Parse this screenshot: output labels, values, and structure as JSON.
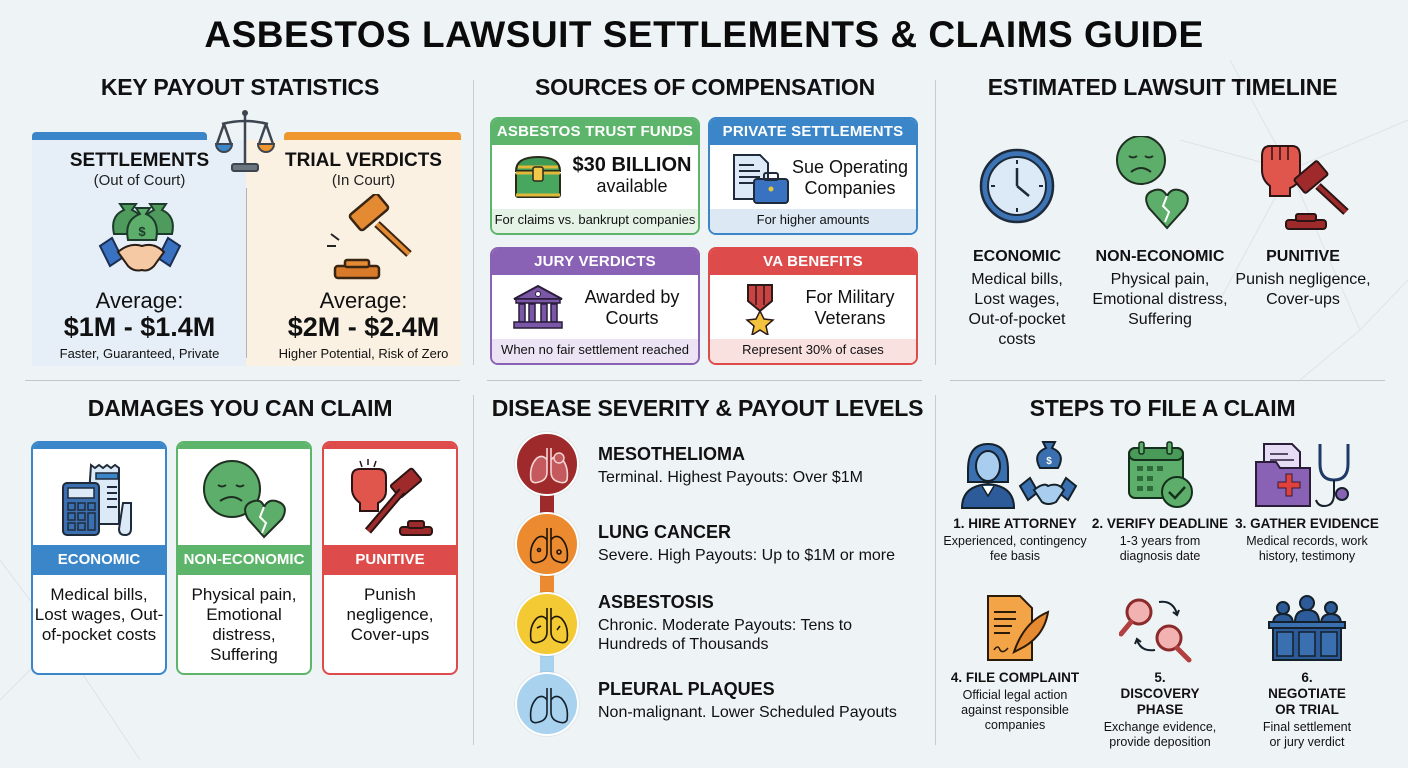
{
  "title": "ASBESTOS LAWSUIT SETTLEMENTS & CLAIMS GUIDE",
  "sections": {
    "payout": {
      "title": "KEY PAYOUT STATISTICS",
      "icon": "scales-of-justice-icon",
      "settlements": {
        "title": "SETTLEMENTS",
        "subtitle": "(Out of Court)",
        "icon": "money-bags-handshake-icon",
        "average_label": "Average:",
        "amount": "$1M - $1.4M",
        "note": "Faster, Guaranteed, Private",
        "color": "#3a86c8"
      },
      "verdicts": {
        "title": "TRIAL VERDICTS",
        "subtitle": "(In Court)",
        "icon": "gavel-icon",
        "average_label": "Average:",
        "amount": "$2M - $2.4M",
        "note": "Higher Potential, Risk of Zero",
        "color": "#f0962e"
      }
    },
    "sources": {
      "title": "SOURCES OF COMPENSATION",
      "cards": [
        {
          "header": "ASBESTOS TRUST FUNDS",
          "main_bold": "$30 BILLION",
          "main": "available",
          "footer": "For claims vs. bankrupt companies",
          "icon": "treasure-chest-icon",
          "color": "#4caf5f"
        },
        {
          "header": "PRIVATE SETTLEMENTS",
          "main_bold": "",
          "main": "Sue Operating Companies",
          "footer": "For higher amounts",
          "icon": "document-briefcase-icon",
          "color": "#3a86c8"
        },
        {
          "header": "JURY VERDICTS",
          "main_bold": "",
          "main": "Awarded by Courts",
          "footer": "When no fair settlement reached",
          "icon": "courthouse-icon",
          "color": "#8a62b5"
        },
        {
          "header": "VA BENEFITS",
          "main_bold": "",
          "main": "For Military Veterans",
          "footer": "Represent 30% of cases",
          "icon": "military-medal-icon",
          "color": "#dd4b4b"
        }
      ]
    },
    "timeline": {
      "title": "ESTIMATED LAWSUIT TIMELINE",
      "items": [
        {
          "label": "ECONOMIC",
          "desc": "Medical bills, Lost wages, Out-of-pocket costs",
          "icon": "clock-icon"
        },
        {
          "label": "NON-ECONOMIC",
          "desc": "Physical pain, Emotional distress, Suffering",
          "icon": "sad-face-broken-heart-icon"
        },
        {
          "label": "PUNITIVE",
          "desc": "Punish negligence, Cover-ups",
          "icon": "fist-gavel-icon"
        }
      ]
    },
    "damages": {
      "title": "DAMAGES YOU CAN CLAIM",
      "cards": [
        {
          "label": "ECONOMIC",
          "desc": "Medical bills, Lost wages, Out-of-pocket costs",
          "icon": "calculator-receipt-icon",
          "color": "#3a86c8"
        },
        {
          "label": "NON-ECONOMIC",
          "desc": "Physical pain, Emotional distress, Suffering",
          "icon": "sad-face-broken-heart-icon",
          "color": "#4caf5f"
        },
        {
          "label": "PUNITIVE",
          "desc": "Punish negligence, Cover-ups",
          "icon": "fist-gavel-icon",
          "color": "#dd4b4b"
        }
      ]
    },
    "disease": {
      "title": "DISEASE SEVERITY & PAYOUT LEVELS",
      "levels": [
        {
          "name": "MESOTHELIOMA",
          "desc": "Terminal. Highest Payouts: Over $1M",
          "color": "#9e2a2b",
          "icon": "lungs-tumor-icon"
        },
        {
          "name": "LUNG CANCER",
          "desc": "Severe. High Payouts: Up to $1M or more",
          "color": "#ec8a2f",
          "icon": "lungs-damaged-icon"
        },
        {
          "name": "ASBESTOSIS",
          "desc": "Chronic. Moderate Payouts: Tens to Hundreds of Thousands",
          "color": "#f3c934",
          "icon": "lungs-fibers-icon"
        },
        {
          "name": "PLEURAL PLAQUES",
          "desc": "Non-malignant. Lower Scheduled Payouts",
          "color": "#a9d2ee",
          "icon": "lungs-icon"
        }
      ]
    },
    "steps": {
      "title": "STEPS TO FILE A CLAIM",
      "items": [
        {
          "label": "1. HIRE ATTORNEY",
          "desc": "Experienced, contingency fee basis",
          "icon": "attorney-handshake-icon"
        },
        {
          "label": "2. VERIFY DEADLINE",
          "desc": "1-3 years from diagnosis date",
          "icon": "calendar-check-icon"
        },
        {
          "label": "3. GATHER EVIDENCE",
          "desc": "Medical records, work history, testimony",
          "icon": "medical-folder-stethoscope-icon"
        },
        {
          "label": "4. FILE COMPLAINT",
          "desc": "Official legal action against responsible companies",
          "icon": "document-quill-icon"
        },
        {
          "label": "5. DISCOVERY PHASE",
          "desc": "Exchange evidence, provide deposition",
          "icon": "magnifiers-exchange-icon"
        },
        {
          "label": "6. NEGOTIATE OR TRIAL",
          "desc": "Final settlement or jury verdict",
          "icon": "jury-panel-icon"
        }
      ]
    }
  }
}
